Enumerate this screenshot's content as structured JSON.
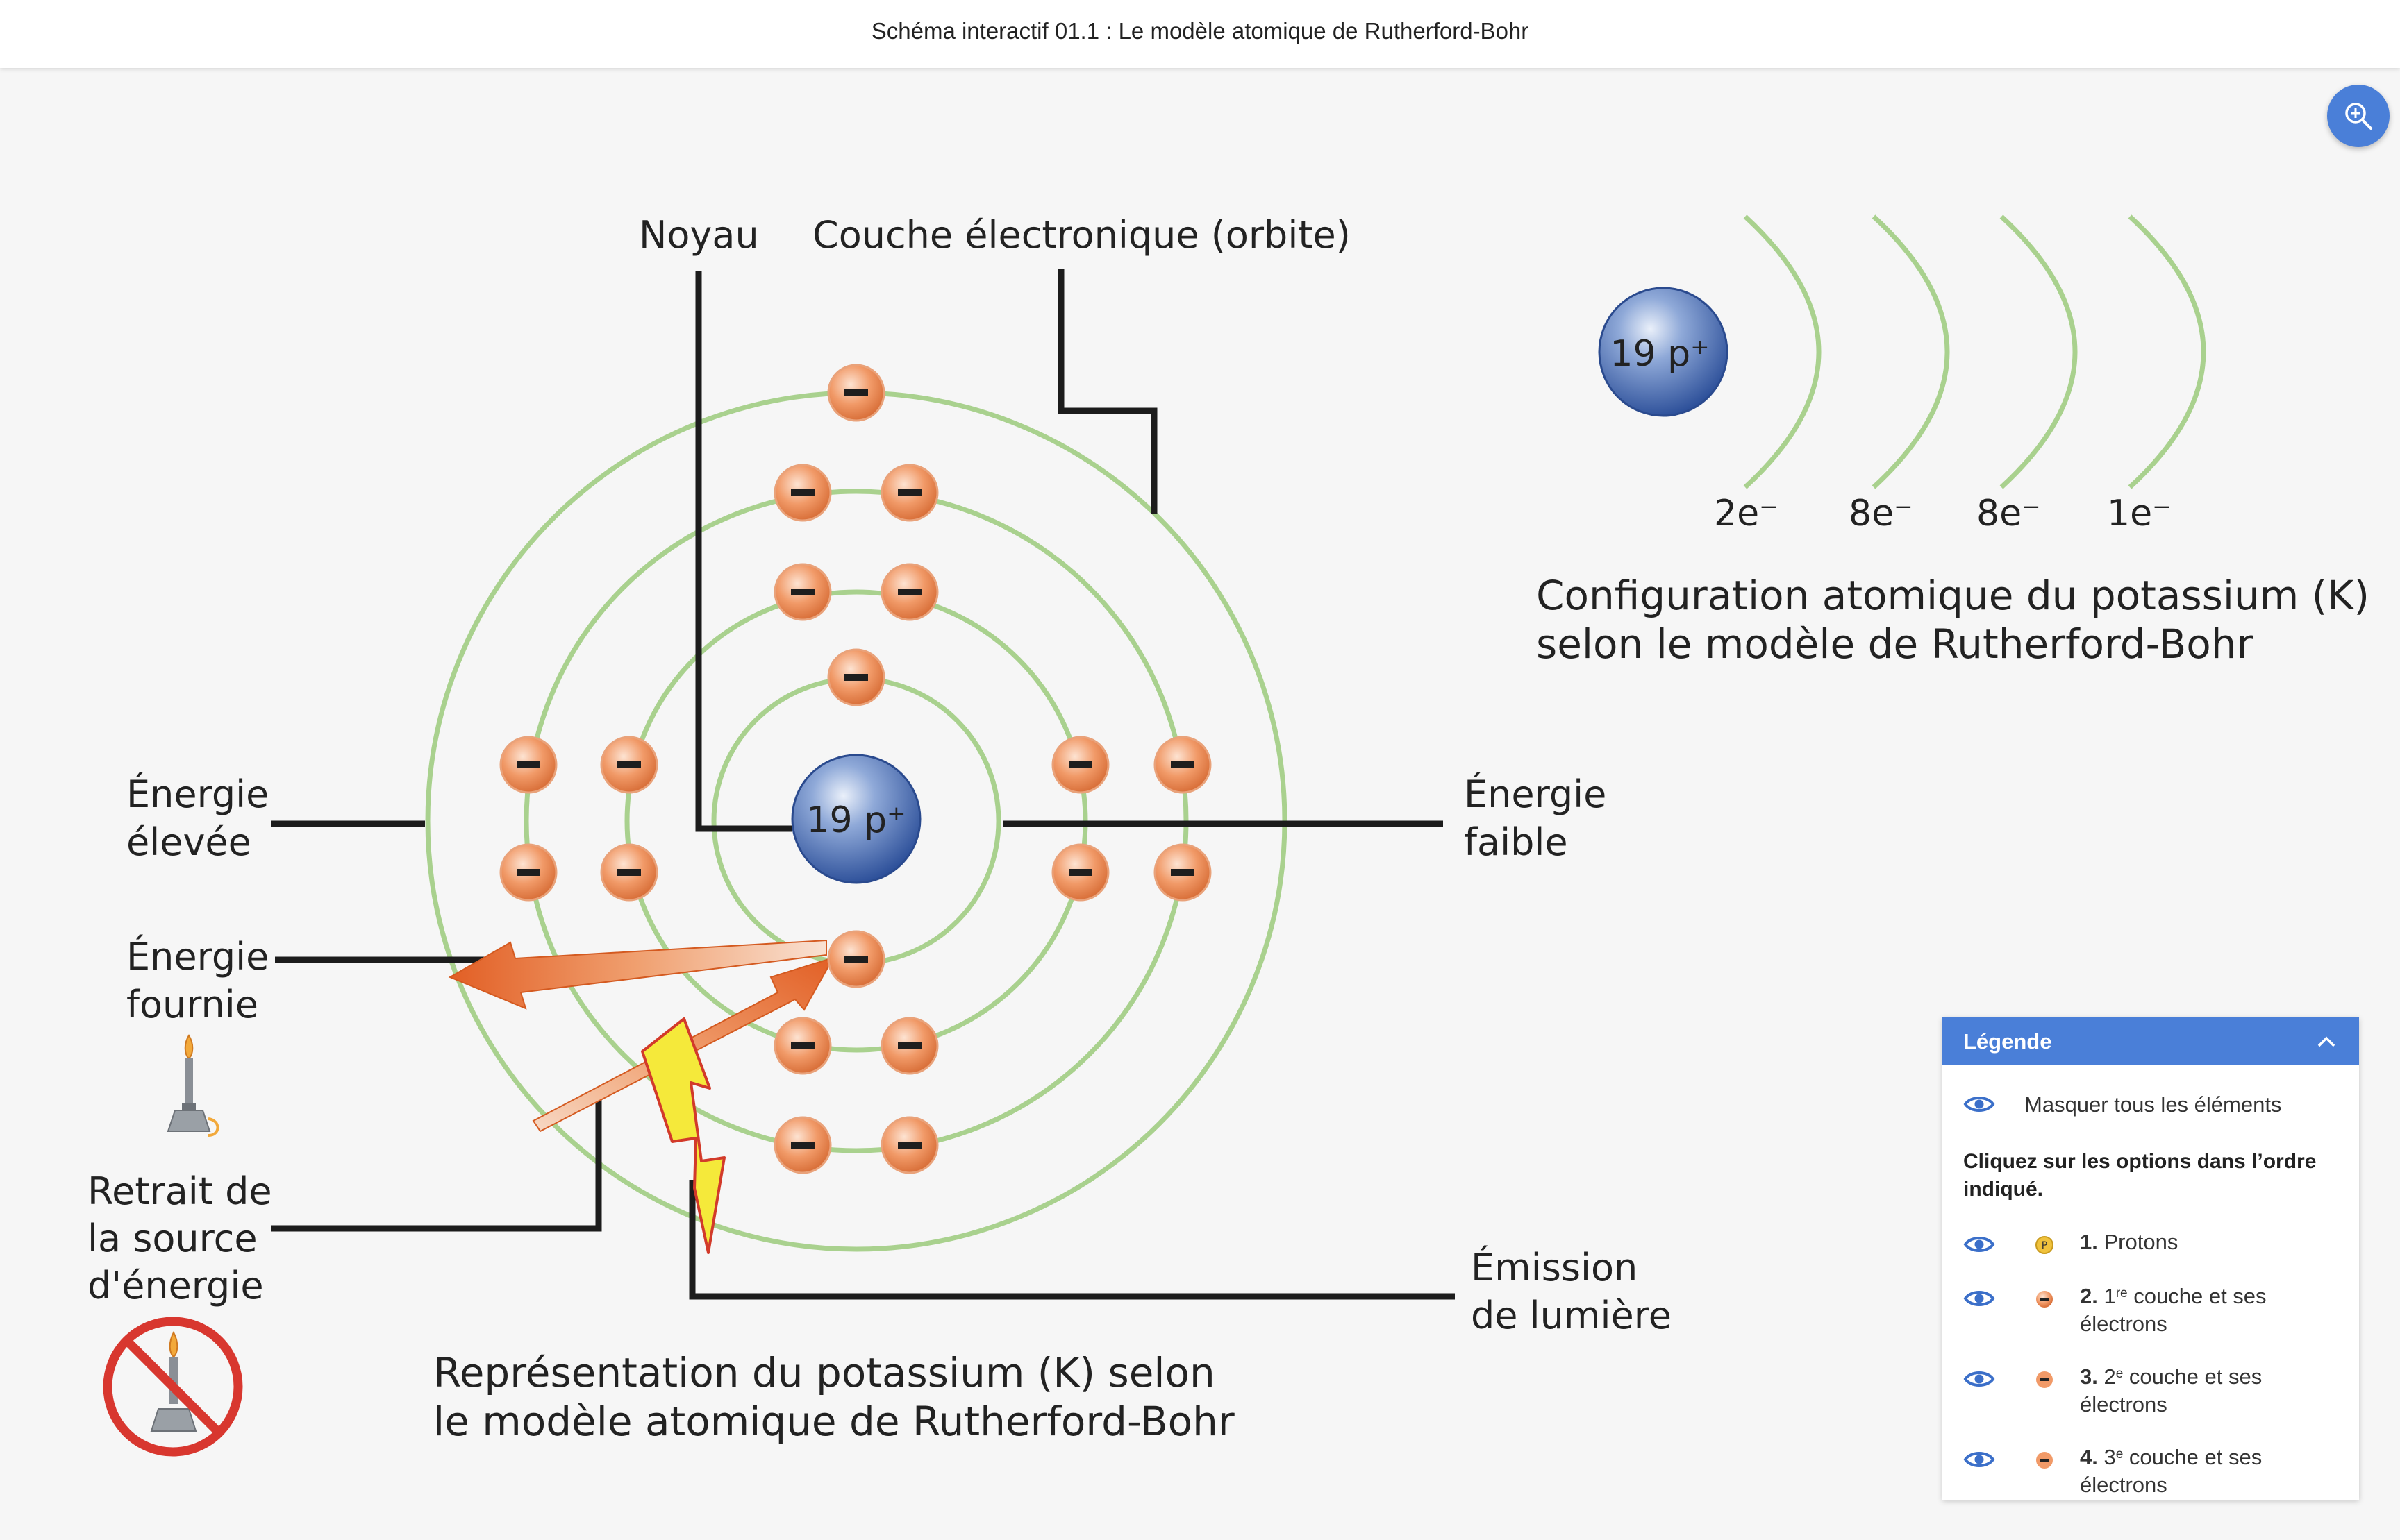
{
  "window": {
    "title": "Schéma interactif 01.1 : Le modèle atomique de Rutherford-Bohr"
  },
  "toolbar": {
    "zoom_icon": "zoom-in-icon"
  },
  "diagram": {
    "nucleus_label": "19 p⁺",
    "electron_symbol": "−",
    "labels": {
      "noyau": "Noyau",
      "couche": "Couche électronique (orbite)",
      "energie_elevee_1": "Énergie",
      "energie_elevee_2": "élevée",
      "energie_faible_1": "Énergie",
      "energie_faible_2": "faible",
      "energie_fournie_1": "Énergie",
      "energie_fournie_2": "fournie",
      "retrait_1": "Retrait de",
      "retrait_2": "la source",
      "retrait_3": "d'énergie",
      "emission_1": "Émission",
      "emission_2": "de lumière"
    },
    "caption_1": "Représentation du potassium (K) selon",
    "caption_2": "le modèle atomique de Rutherford-Bohr",
    "config": {
      "nucleus_label": "19 p⁺",
      "shells": [
        "2e⁻",
        "8e⁻",
        "8e⁻",
        "1e⁻"
      ],
      "caption_1": "Configuration atomique du potassium (K)",
      "caption_2": "selon le modèle de Rutherford-Bohr"
    },
    "colors": {
      "orbit": "#a9d18e",
      "electron": "#ee8f5c",
      "nucleus": "#3d63ad",
      "arrow": "#e8652a",
      "lightning": "#f5e93a",
      "prohibited": "#d8372f"
    }
  },
  "legend": {
    "title": "Légende",
    "hide_all": "Masquer tous les éléments",
    "instruction": "Cliquez sur les options dans l’ordre indiqué.",
    "items": [
      {
        "number": "1.",
        "text": "Protons",
        "sup": "",
        "rest": ""
      },
      {
        "number": "2.",
        "text": "1",
        "sup": "re",
        "rest": " couche et ses électrons"
      },
      {
        "number": "3.",
        "text": "2",
        "sup": "e",
        "rest": " couche et ses électrons"
      },
      {
        "number": "4.",
        "text": "3",
        "sup": "e",
        "rest": " couche et ses électrons"
      }
    ],
    "proton_icon_letter": "P"
  }
}
